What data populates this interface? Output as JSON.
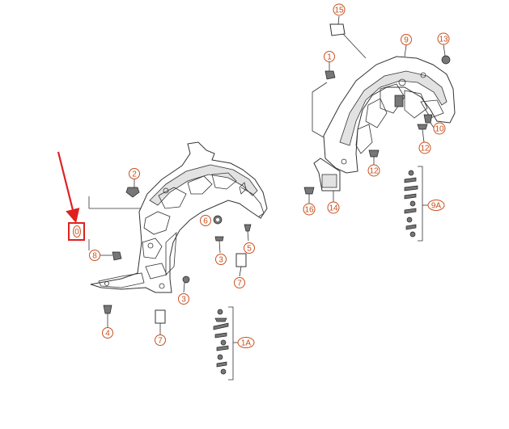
{
  "callouts": {
    "c0": "0",
    "c1": "1",
    "c2": "2",
    "c3a": "3",
    "c3b": "3",
    "c4": "4",
    "c5": "5",
    "c6": "6",
    "c7a": "7",
    "c7b": "7",
    "c8": "8",
    "c9": "9",
    "c9a": "9A",
    "c10": "10",
    "c12a": "12",
    "c12b": "12",
    "c13": "13",
    "c14": "14",
    "c15": "15",
    "c16": "16",
    "c1a": "1A"
  },
  "colors": {
    "callout": "#c8501e",
    "highlight": "#e02020",
    "line": "#333333"
  }
}
